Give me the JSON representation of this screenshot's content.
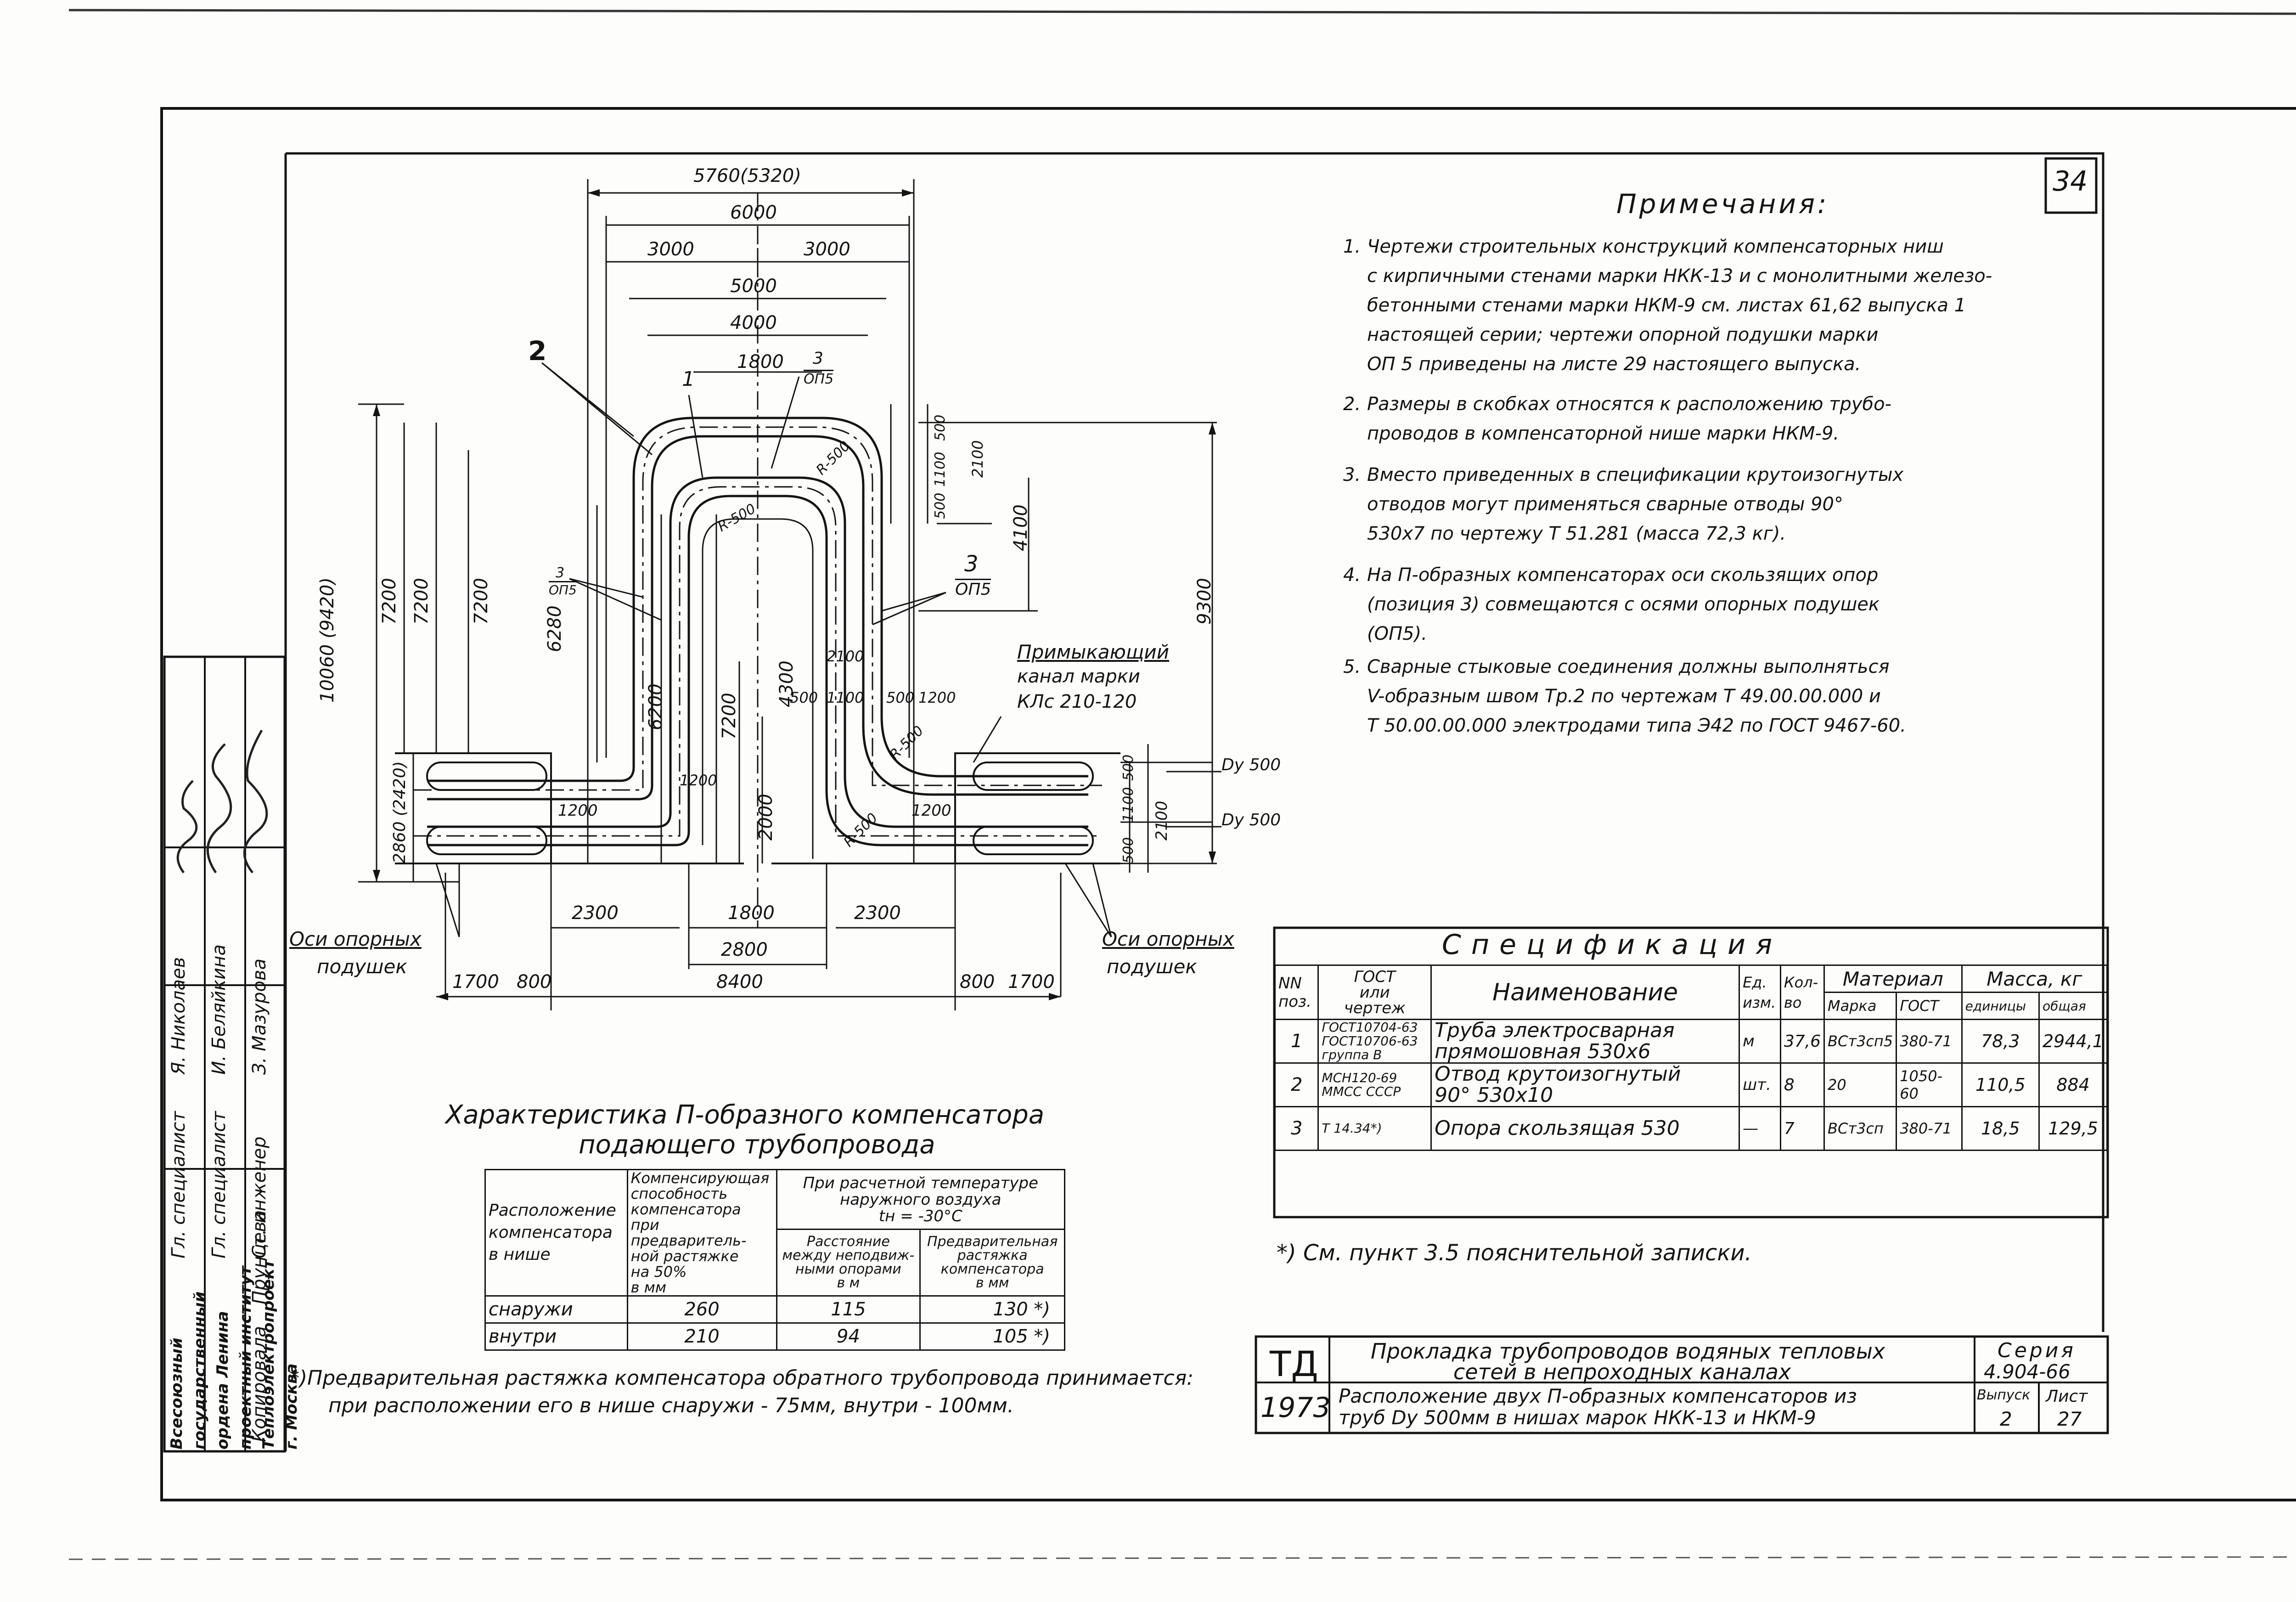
{
  "sheet": {
    "page_number": "34"
  },
  "drawing": {
    "dims_top": {
      "d1": "5760(5320)",
      "d2": "6000",
      "d3a": "3000",
      "d3b": "3000",
      "d4": "5000",
      "d5": "4000",
      "d6": "1800"
    },
    "dims_left": {
      "d1": "10060 (9420)",
      "d2": "7200",
      "d3": "7200",
      "d4": "7200",
      "d5": "6280",
      "d6": "6200",
      "d7": "7200",
      "d8": "4300",
      "d9": "2000",
      "d10": "2860 (2420)",
      "d11": "1200"
    },
    "dims_right": {
      "d1": "9300",
      "d2": "4100",
      "d3": "2100",
      "d4": "500",
      "d5": "1100",
      "d6": "500",
      "d7": "2100",
      "d8": "500",
      "d9": "1100",
      "d10": "500",
      "d11": "2100",
      "d12": "1200"
    },
    "dims_bottom": {
      "d1": "2300",
      "d2": "1800",
      "d3": "2300",
      "d4": "2800",
      "d5": "8400",
      "d6": "1700",
      "d7": "800",
      "d8": "800",
      "d9": "1700"
    },
    "dims_mid": {
      "a": "500",
      "b": "1100",
      "c": "500",
      "d": "1200",
      "e": "1200"
    },
    "radii": {
      "r1": "R-500",
      "r2": "R-500",
      "r3": "R-500",
      "r4": "R-500"
    },
    "callouts": {
      "pos1": "1",
      "pos2": "2",
      "pos3_num": "3",
      "pos3_den": "ОП5",
      "pos3b_num": "3",
      "pos3b_den": "ОП5",
      "pos3c_num": "3",
      "pos3c_den": "ОП5"
    },
    "pipes": {
      "dy1": "Dy 500",
      "dy2": "Dy 500"
    },
    "labels": {
      "supports_left_1": "Оси опорных",
      "supports_left_2": "подушек",
      "supports_right_1": "Оси опорных",
      "supports_right_2": "подушек",
      "channel_1": "Примыкающий",
      "channel_2": "канал марки",
      "channel_3": "КЛс 210-120"
    }
  },
  "notes": {
    "title": "Примечания:",
    "items": [
      {
        "n": "1.",
        "lines": [
          "Чертежи строительных конструкций компенсаторных ниш",
          "с кирпичными стенами марки НКК-13 и с монолитными железо-",
          "бетонными стенами марки НКМ-9 см. листах 61,62 выпуска 1",
          "настоящей серии; чертежи опорной подушки марки",
          "ОП 5 приведены на листе 29 настоящего выпуска."
        ]
      },
      {
        "n": "2.",
        "lines": [
          "Размеры в скобках относятся к расположению трубо-",
          "проводов в компенсаторной нише марки НКМ-9."
        ]
      },
      {
        "n": "3.",
        "lines": [
          "Вместо приведенных в спецификации крутоизогнутых",
          "отводов могут применяться сварные отводы 90°",
          "530x7 по чертежу Т 51.281 (масса 72,3 кг)."
        ]
      },
      {
        "n": "4.",
        "lines": [
          "На П-образных компенсаторах оси скользящих опор",
          "(позиция 3) совмещаются с осями опорных подушек",
          "(ОП5)."
        ]
      },
      {
        "n": "5.",
        "lines": [
          "Сварные стыковые соединения должны выполняться",
          "V-образным швом Тр.2 по чертежам Т 49.00.00.000 и",
          "Т 50.00.00.000 электродами типа Э42 по ГОСТ 9467-60."
        ]
      }
    ]
  },
  "spec": {
    "title": "Спецификация",
    "headers": {
      "pos_1": "NN",
      "pos_2": "поз.",
      "gost_1": "ГОСТ",
      "gost_2": "или",
      "gost_3": "чертеж",
      "name": "Наименование",
      "unit_1": "Ед.",
      "unit_2": "изм.",
      "qty_1": "Кол-",
      "qty_2": "во",
      "material": "Материал",
      "mark": "Марка",
      "mat_gost": "ГОСТ",
      "mass": "Масса, кг",
      "mass_unit": "единицы",
      "mass_total": "общая"
    },
    "rows": [
      {
        "pos": "1",
        "gost": [
          "ГОСТ10704-63",
          "ГОСТ10706-63",
          "группа В"
        ],
        "name": [
          "Труба электросварная",
          "прямошовная 530x6"
        ],
        "unit": "м",
        "qty": "37,6",
        "mark": "ВСт3сп5",
        "mat_gost": "380-71",
        "mass_unit": "78,3",
        "mass_total": "2944,1"
      },
      {
        "pos": "2",
        "gost": [
          "МСН120-69",
          "ММСС СССР"
        ],
        "name": [
          "Отвод крутоизогнутый",
          "90° 530x10"
        ],
        "unit": "шт.",
        "qty": "8",
        "mark": "20",
        "mat_gost": "1050-60",
        "mass_unit": "110,5",
        "mass_total": "884"
      },
      {
        "pos": "3",
        "gost": [
          "Т 14.34*)"
        ],
        "name": [
          "Опора скользящая 530"
        ],
        "unit": "—",
        "qty": "7",
        "mark": "ВСт3сп",
        "mat_gost": "380-71",
        "mass_unit": "18,5",
        "mass_total": "129,5"
      }
    ],
    "footnote": "*) См. пункт 3.5 пояснительной записки."
  },
  "characteristic": {
    "title_1": "Характеристика П-образного компенсатора",
    "title_2": "подающего трубопровода",
    "headers": {
      "location": [
        "Расположение",
        "компенсатора",
        "в нише"
      ],
      "capacity": [
        "Компенсирующая",
        "способность",
        "компенсатора",
        "при предваритель-",
        "ной растяжке",
        "на 50%",
        "в мм"
      ],
      "temp": [
        "При расчетной температуре",
        "наружного воздуха",
        "tн = -30°С"
      ],
      "distance": [
        "Расстояние",
        "между неподвиж-",
        "ными опорами",
        "в м"
      ],
      "stretch": [
        "Предварительная",
        "растяжка",
        "компенсатора",
        "в мм"
      ]
    },
    "rows": [
      {
        "location": "снаружи",
        "capacity": "260",
        "distance": "115",
        "stretch": "130 *)"
      },
      {
        "location": "внутри",
        "capacity": "210",
        "distance": "94",
        "stretch": "105 *)"
      }
    ],
    "footnote_1": "*)Предварительная растяжка компенсатора обратного трубопровода принимается:",
    "footnote_2": "при расположении его в нише снаружи - 75мм, внутри - 100мм."
  },
  "titleblock": {
    "td": "ТД",
    "year": "1973",
    "title_1": "Прокладка трубопроводов водяных тепловых",
    "title_2": "сетей в непроходных каналах",
    "title_3": "Расположение двух П-образных компенсаторов из",
    "title_4": "труб Dy 500мм в нишах марок НКК-13 и НКМ-9",
    "series_label": "Серия",
    "series": "4.904-66",
    "issue_label": "Выпуск",
    "issue": "2",
    "sheet_label": "Лист",
    "sheet": "27"
  },
  "side_stamp": {
    "org": [
      "Всесоюзный государственный",
      "ордена Ленина",
      "проектный институт",
      "Теплоэлектропроект",
      "г. Москва"
    ],
    "roles": [
      {
        "role": "Гл. специалист",
        "name": "Я. Николаев"
      },
      {
        "role": "Гл. специалист",
        "name": "И. Беляйкина"
      },
      {
        "role": "Ст. инженер",
        "name": "З. Мазурова"
      }
    ],
    "copied_label": "Копировала",
    "copied_name": "Прунцева"
  }
}
